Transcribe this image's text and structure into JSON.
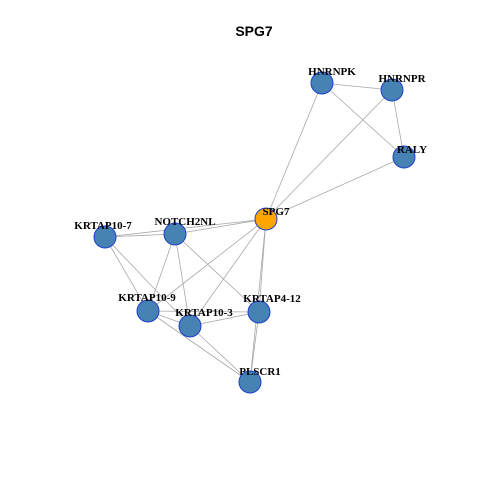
{
  "title": "SPG7",
  "colors": {
    "default_node": "#4682B4",
    "highlight_node": "#FFA500",
    "node_border": "#1F3FCC",
    "edge": "#A8A8A8",
    "background": "#FFFFFF"
  },
  "nodes": [
    {
      "id": "SPG7",
      "label": "SPG7",
      "highlight": true
    },
    {
      "id": "HNRNPK",
      "label": "HNRNPK",
      "highlight": false
    },
    {
      "id": "HNRNPR",
      "label": "HNRNPR",
      "highlight": false
    },
    {
      "id": "RALY",
      "label": "RALY",
      "highlight": false
    },
    {
      "id": "KRTAP10-7",
      "label": "KRTAP10-7",
      "highlight": false
    },
    {
      "id": "NOTCH2NL",
      "label": "NOTCH2NL",
      "highlight": false
    },
    {
      "id": "KRTAP10-9",
      "label": "KRTAP10-9",
      "highlight": false
    },
    {
      "id": "KRTAP10-3",
      "label": "KRTAP10-3",
      "highlight": false
    },
    {
      "id": "KRTAP4-12",
      "label": "KRTAP4-12",
      "highlight": false
    },
    {
      "id": "PLSCR1",
      "label": "PLSCR1",
      "highlight": false
    }
  ],
  "edges": [
    [
      "SPG7",
      "HNRNPK"
    ],
    [
      "SPG7",
      "HNRNPR"
    ],
    [
      "SPG7",
      "RALY"
    ],
    [
      "HNRNPK",
      "HNRNPR"
    ],
    [
      "HNRNPK",
      "RALY"
    ],
    [
      "HNRNPR",
      "RALY"
    ],
    [
      "SPG7",
      "KRTAP10-7"
    ],
    [
      "SPG7",
      "NOTCH2NL"
    ],
    [
      "SPG7",
      "KRTAP10-9"
    ],
    [
      "SPG7",
      "KRTAP10-3"
    ],
    [
      "SPG7",
      "KRTAP4-12"
    ],
    [
      "SPG7",
      "PLSCR1"
    ],
    [
      "KRTAP10-7",
      "NOTCH2NL"
    ],
    [
      "KRTAP10-7",
      "KRTAP10-9"
    ],
    [
      "KRTAP10-7",
      "KRTAP10-3"
    ],
    [
      "NOTCH2NL",
      "KRTAP10-9"
    ],
    [
      "NOTCH2NL",
      "KRTAP10-3"
    ],
    [
      "NOTCH2NL",
      "KRTAP4-12"
    ],
    [
      "KRTAP10-9",
      "KRTAP10-3"
    ],
    [
      "KRTAP10-9",
      "KRTAP4-12"
    ],
    [
      "KRTAP10-9",
      "PLSCR1"
    ],
    [
      "KRTAP10-3",
      "KRTAP4-12"
    ],
    [
      "KRTAP10-3",
      "PLSCR1"
    ],
    [
      "KRTAP4-12",
      "PLSCR1"
    ]
  ]
}
